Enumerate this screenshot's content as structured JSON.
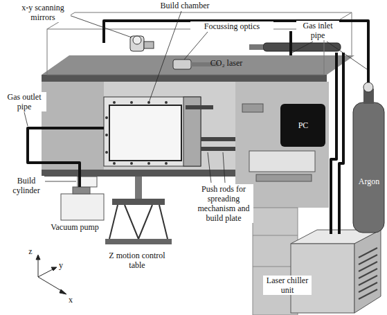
{
  "diagram": {
    "labels": [
      "x-y scanning mirrors",
      "Build chamber",
      "Focussing optics",
      "Gas inlet pipe",
      "CO₂ laser",
      "Gas outlet pipe",
      "PC",
      "Build cylinder",
      "Push rods for spreading mechanism and build plate",
      "Argon",
      "Vacuum pump",
      "Z motion control table",
      "Laser chiller unit",
      "z",
      "y",
      "x"
    ]
  }
}
